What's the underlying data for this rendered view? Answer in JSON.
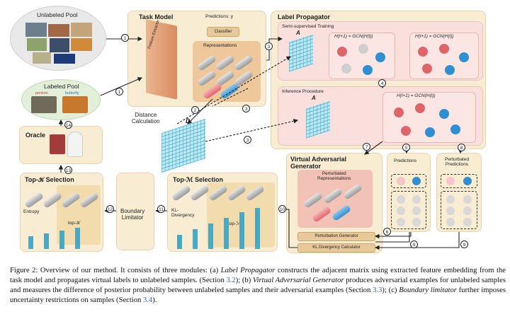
{
  "figure": {
    "unlabeled_pool": "Unlabeled Pool",
    "labeled_pool": "Labeled Pool",
    "labeled_pool_tags": [
      "penlion",
      "butterfly"
    ],
    "oracle": "Oracle",
    "task_model": "Task Model",
    "feature_extractor": "Feature Extractor",
    "predictions_y": "Predictions: y",
    "classifier": "Classifier",
    "representations": "Representations",
    "distance_calculation": "Distance\nCalculation",
    "d_label": "D",
    "a_label": "A",
    "label_propagator": "Label Propagator",
    "semi_supervised_training": "Semi-supervised Training",
    "inference_procedure": "Inference Procedure",
    "gcn_formula_1": "H(l+1) = GCN(H(l))",
    "gcn_formula_2": "H(l+1) = GCN(H(l))",
    "gcn_formula_3": "H(l+1) = GCN(H(l))",
    "vag_title": "Virtual Adversarial\nGenerator",
    "perturbed_representations": "Perturbated\nRepresentations",
    "perturbation_generator": "Perturbation Generator",
    "kl_calculator": "KL Divergency Calculator",
    "predictions": "Predictions",
    "perturbated_predictions": "Perturbated\nPredictions",
    "top_m": "Top-ℳ Selection",
    "kl_divergency": "KL-\nDivergency",
    "top_m_small": "top-ℳ",
    "boundary_limitator": "Boundary\nLimitator",
    "top_k": "Top-𝒦 Selection",
    "entropy": "Entropy",
    "top_k_small": "top-𝒦",
    "step_numbers": [
      "1",
      "1",
      "2",
      "3",
      "3",
      "3",
      "4",
      "5",
      "6",
      "7",
      "8",
      "9",
      "9",
      "10",
      "11",
      "12",
      "13",
      "14"
    ],
    "top_m_bars": [
      20,
      28,
      36,
      44,
      52,
      58
    ],
    "top_k_bars": [
      18,
      22,
      26,
      30
    ],
    "colors": {
      "panel": "#f8ecd2",
      "pink": "#f9e0dc",
      "matrix": "#49b6d6",
      "node_blue": "#2f8fd0",
      "node_red": "#e0656b",
      "bar": "#49a9c2"
    }
  },
  "caption": {
    "lead": "Figure 2: Overview of our method.  It consists of three modules: (a) ",
    "lp": "Label Propagator",
    "t1": " constructs the adjacent matrix using extracted feature embedding from the task model and propagates virtual labels to unlabeled samples. (Section ",
    "r1": "3.2",
    "t2": "); (b) ",
    "vag": "Virtual Adversarial Generator",
    "t3": " produces adversarial examples for unlabeled samples and measures the difference of posterior probability between unlabeled samples and their adversarial examples (Section ",
    "r2": "3.3",
    "t4": "); (c) ",
    "bl": "Boundary limitator",
    "t5": " further imposes uncertainty restrictions on samples (Section ",
    "r3": "3.4",
    "t6": ")."
  }
}
